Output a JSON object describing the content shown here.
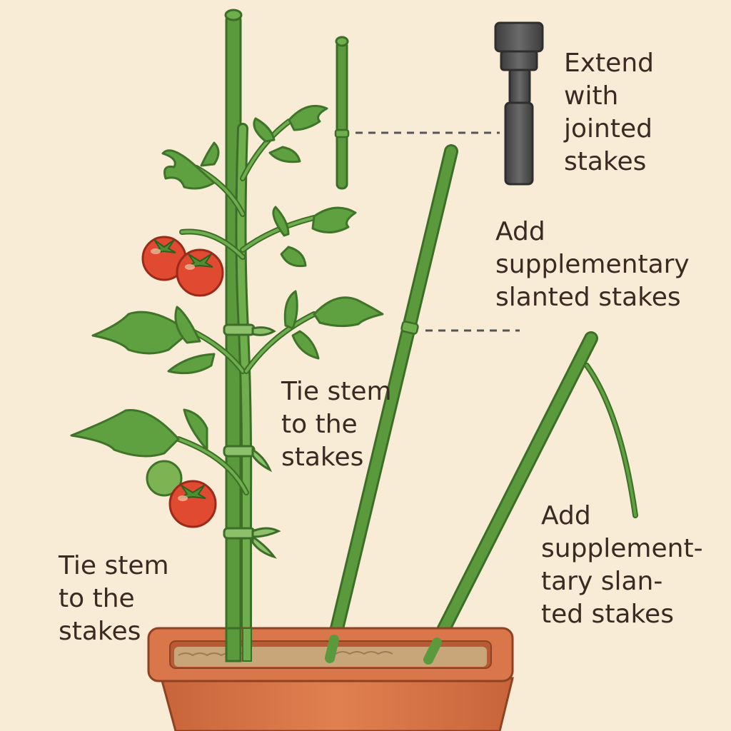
{
  "labels": {
    "extend_jointed": [
      "Extend",
      "with",
      "jointed",
      "stakes"
    ],
    "add_slanted_upper": [
      "Add",
      "supplementary",
      "slanted stakes"
    ],
    "tie_stem_middle": [
      "Tie stem",
      "to the",
      "stakes"
    ],
    "tie_stem_left": [
      "Tie stem",
      "to the",
      "stakes"
    ],
    "add_slanted_lower": [
      "Add",
      "supplement-",
      "tary slan-",
      "ted stakes"
    ]
  },
  "colors": {
    "background": "#f8ecd6",
    "stake": "#5b9a3c",
    "stake_dark": "#3d6e28",
    "leaf": "#5fa040",
    "leaf_dark": "#3f7429",
    "tomato_ripe": "#e04a30",
    "tomato_unripe": "#7db352",
    "pot": "#d9774a",
    "pot_dark": "#b85a33",
    "soil": "#c9a57a",
    "connector": "#4a4a4a",
    "text": "#3a2a22",
    "dashed_line": "#555555"
  },
  "icons": [
    "tomato-plant-icon",
    "bamboo-stake-icon",
    "jointed-stake-connector-icon",
    "plant-pot-icon"
  ]
}
